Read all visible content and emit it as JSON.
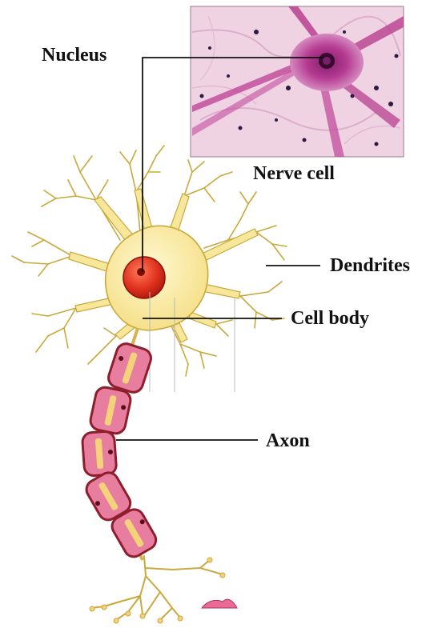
{
  "labels": {
    "nucleus": "Nucleus",
    "photo_caption": "Nerve cell",
    "dendrites": "Dendrites",
    "cell_body": "Cell body",
    "axon": "Axon"
  },
  "colors": {
    "cell_fill": "#f7e79a",
    "cell_stroke": "#c8a53a",
    "nucleus_fill": "#e0321e",
    "nucleus_dark": "#8a1208",
    "myelin_fill": "#e77ea0",
    "myelin_stroke": "#8e1e2c",
    "myelin_core": "#f3d27a",
    "photo_bg": "#f0d6e6",
    "photo_stain": "#b53a92",
    "leader_line": "#111111"
  }
}
